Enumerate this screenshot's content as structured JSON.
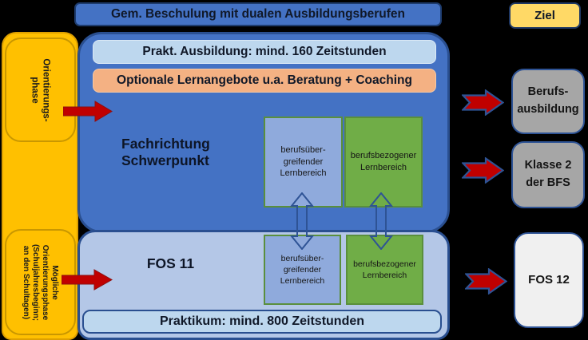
{
  "banner": {
    "label": "Gem. Beschulung mit dualen Ausbildungsberufen"
  },
  "ziel": {
    "label": "Ziel"
  },
  "left_column": {
    "phase1_lines": [
      "Orientierungs-",
      "phase"
    ],
    "phase2_lines": [
      "Mögliche",
      "Orientierungsphase",
      "(Schuljahresbeginn;",
      "an den Schultagen)"
    ]
  },
  "main_box": {
    "prakt_label": "Prakt. Ausbildung: mind. 160 Zeitstunden",
    "optional_label": "Optionale Lernangebote u.a. Beratung + Coaching",
    "fachrichtung_lines": [
      "Fachrichtung",
      "Schwerpunkt"
    ]
  },
  "lernbereich": {
    "uebergreifend_lines": [
      "berufsüber-",
      "greifender",
      "Lernbereich"
    ],
    "bezogen_lines": [
      "berufsbezogener",
      "Lernbereich"
    ]
  },
  "fos_box": {
    "label": "FOS 11",
    "praktikum_label": "Praktikum: mind. 800 Zeitstunden"
  },
  "targets": {
    "berufsausbildung_lines": [
      "Berufs-",
      "ausbildung"
    ],
    "klasse2_lines": [
      "Klasse 2",
      "der BFS"
    ],
    "fos12_label": "FOS 12"
  },
  "colors": {
    "blue": "#4472C4",
    "light_blue_strip": "#BDD7EE",
    "fos_blue": "#B4C7E7",
    "periwinkle": "#8FAADC",
    "green": "#70AD47",
    "orange": "#F4B183",
    "gold": "#FFC000",
    "yellow": "#FFD966",
    "gray": "#A6A6A6",
    "near_white": "#F0F0F0",
    "arrow_red": "#C00000",
    "navy_border": "#2E5395"
  }
}
